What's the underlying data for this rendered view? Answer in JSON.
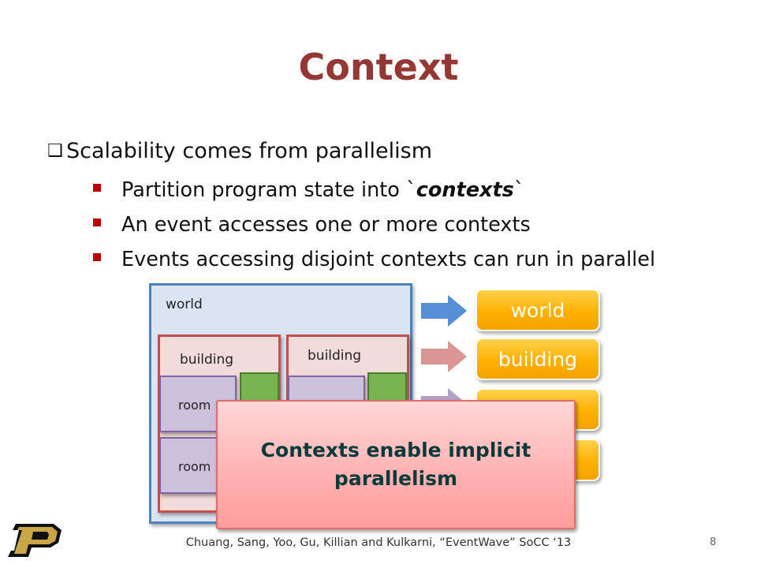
{
  "slide": {
    "title": "Context",
    "bullet_main": "Scalability comes from parallelism",
    "sub_bullets": [
      {
        "before": "Partition program state into `",
        "emph": "contexts",
        "after": "`"
      },
      {
        "before": "An event accesses one or more contexts",
        "emph": "",
        "after": ""
      },
      {
        "before": "Events accessing disjoint contexts can run in parallel",
        "emph": "",
        "after": ""
      }
    ]
  },
  "diagram": {
    "world_label": "world",
    "building_labels": [
      "building",
      "building"
    ],
    "room_labels": [
      "room",
      "room"
    ],
    "legend": [
      "world",
      "building"
    ],
    "callout": [
      "Contexts enable implicit",
      "parallelism"
    ]
  },
  "footer": {
    "citation": "Chuang, Sang, Yoo, Gu, Killian and Kulkarni, “EventWave” SoCC ‘13",
    "page_number": "8"
  },
  "colors": {
    "title": "#953735",
    "bullet_square": "#c00000",
    "world_fill": "#dbe5f1",
    "world_border": "#4f81bd",
    "building_fill": "#f2dcdb",
    "building_border": "#c0504d",
    "room_fill": "#ccc1da",
    "green_fill": "#77b551",
    "legend_fill": "#ffb000",
    "callout_fill": "#ffb1b1"
  },
  "icons": [
    "checkbox-bullet-icon",
    "square-bullet-icon",
    "right-arrow-icon",
    "purdue-p-logo"
  ]
}
